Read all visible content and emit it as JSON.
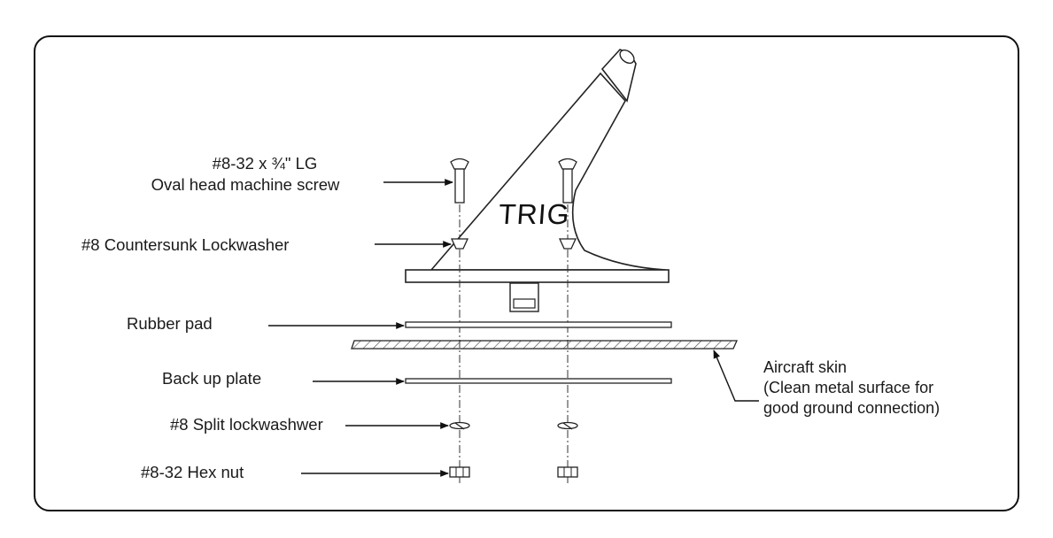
{
  "diagram": {
    "logo": "TRIG",
    "labels": {
      "screw_line1": "#8-32 x ¾\" LG",
      "screw_line2": "Oval head machine screw",
      "countersunk_lockwasher": "#8 Countersunk Lockwasher",
      "rubber_pad": "Rubber pad",
      "back_up_plate": "Back up plate",
      "split_lockwasher": "#8 Split lockwashwer",
      "hex_nut": "#8-32 Hex nut",
      "aircraft_skin": "Aircraft skin",
      "skin_note_line1": "(Clean metal surface for",
      "skin_note_line2": "good ground connection)"
    }
  }
}
